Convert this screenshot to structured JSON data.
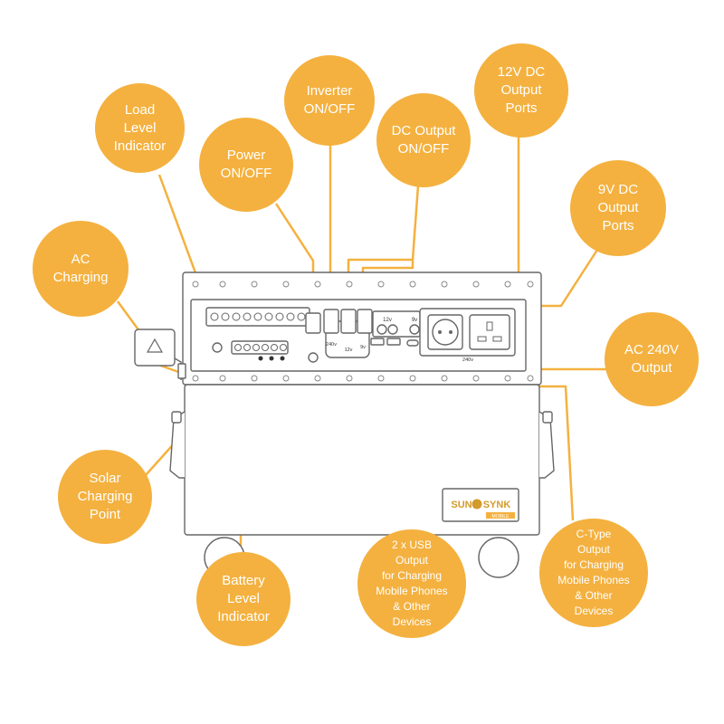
{
  "colors": {
    "callout": "#F4B13F",
    "leader": "#F4B13F",
    "outline": "#666666",
    "device_fill": "#ffffff"
  },
  "device": {
    "brand_left": "SUN",
    "brand_right": "SYNK",
    "brand_sub": "MOBILE",
    "port_labels": {
      "dc12v": "12v",
      "dc9v": "9v",
      "inv240": "240v",
      "sw12": "12v",
      "sw9": "9v",
      "ac240": "240v"
    }
  },
  "callouts": [
    {
      "id": "load-level-indicator",
      "lines": [
        "Load",
        "Level",
        "Indicator"
      ]
    },
    {
      "id": "inverter-on-off",
      "lines": [
        "Inverter",
        "ON/OFF"
      ]
    },
    {
      "id": "12v-dc-output-ports",
      "lines": [
        "12V DC",
        "Output",
        "Ports"
      ]
    },
    {
      "id": "power-on-off",
      "lines": [
        "Power",
        "ON/OFF"
      ]
    },
    {
      "id": "dc-output-on-off",
      "lines": [
        "DC Output",
        "ON/OFF"
      ]
    },
    {
      "id": "9v-dc-output-ports",
      "lines": [
        "9V DC",
        "Output",
        "Ports"
      ]
    },
    {
      "id": "ac-charging",
      "lines": [
        "AC",
        "Charging"
      ]
    },
    {
      "id": "ac-240v-output",
      "lines": [
        "AC 240V",
        "Output"
      ]
    },
    {
      "id": "solar-charging-point",
      "lines": [
        "Solar",
        "Charging",
        "Point"
      ]
    },
    {
      "id": "battery-level-indicator",
      "lines": [
        "Battery",
        "Level",
        "Indicator"
      ]
    },
    {
      "id": "usb-output",
      "lines": [
        "2 x USB",
        "Output",
        "for Charging",
        "Mobile Phones",
        "& Other",
        "Devices"
      ]
    },
    {
      "id": "c-type-output",
      "lines": [
        "C-Type",
        "Output",
        "for Charging",
        "Mobile Phones",
        "& Other",
        "Devices"
      ]
    }
  ]
}
